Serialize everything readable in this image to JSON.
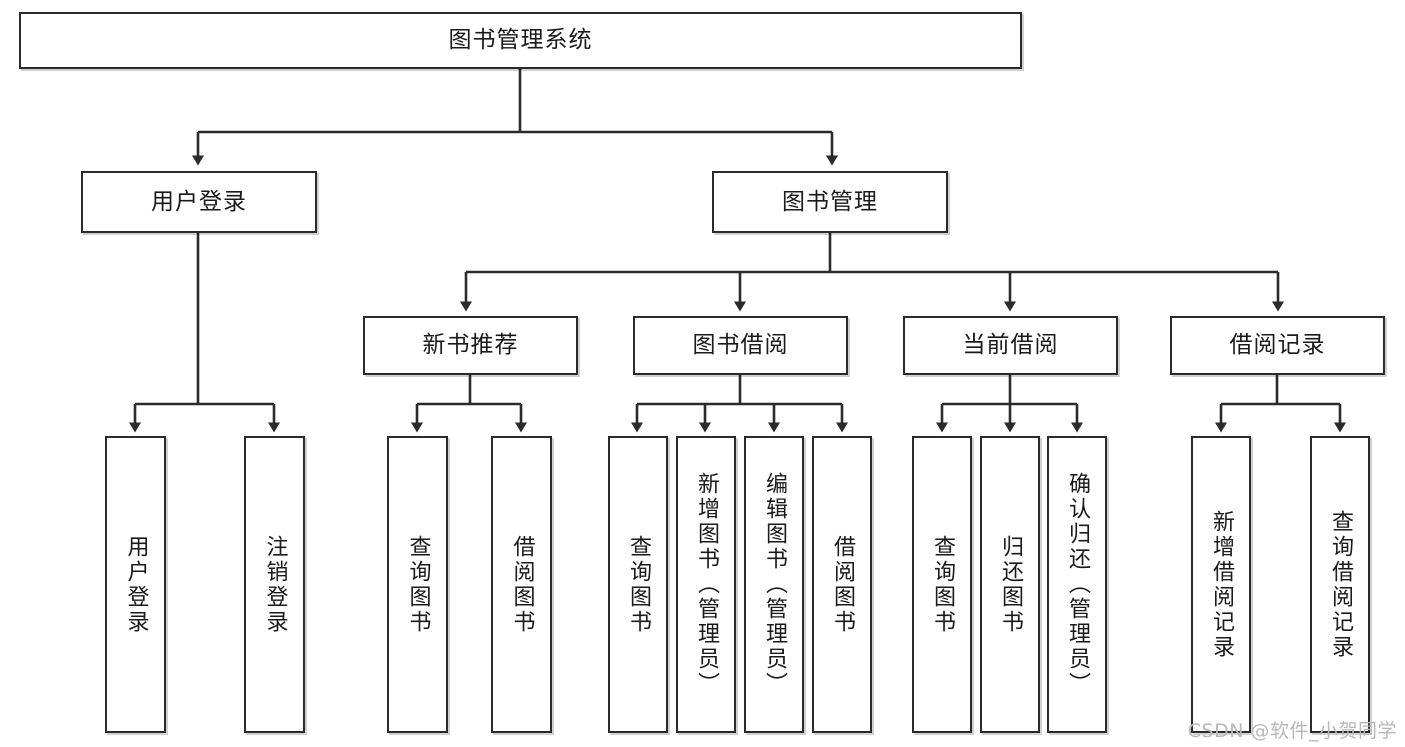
{
  "diagram": {
    "title": "图书管理系统",
    "type": "tree",
    "colors": {
      "border": "#2b2b2b",
      "background": "#ffffff",
      "text": "#1a1a1a",
      "watermark": "#b8b8b8"
    },
    "root": {
      "label": "图书管理系统"
    },
    "level2": [
      {
        "label": "用户登录"
      },
      {
        "label": "图书管理"
      }
    ],
    "level3": [
      {
        "label": "新书推荐"
      },
      {
        "label": "图书借阅"
      },
      {
        "label": "当前借阅"
      },
      {
        "label": "借阅记录"
      }
    ],
    "leaves": {
      "user_login": [
        {
          "label": "用户登录"
        },
        {
          "label": "注销登录"
        }
      ],
      "new_book": [
        {
          "label": "查询图书"
        },
        {
          "label": "借阅图书"
        }
      ],
      "book_borrow": [
        {
          "label": "查询图书"
        },
        {
          "label": "新增图书（管理员）"
        },
        {
          "label": "编辑图书（管理员）"
        },
        {
          "label": "借阅图书"
        }
      ],
      "current_borrow": [
        {
          "label": "查询图书"
        },
        {
          "label": "归还图书"
        },
        {
          "label": "确认归还（管理员）"
        }
      ],
      "borrow_record": [
        {
          "label": "新增借阅记录"
        },
        {
          "label": "查询借阅记录"
        }
      ]
    }
  },
  "watermark": {
    "text": "CSDN @软件_小贺同学"
  }
}
